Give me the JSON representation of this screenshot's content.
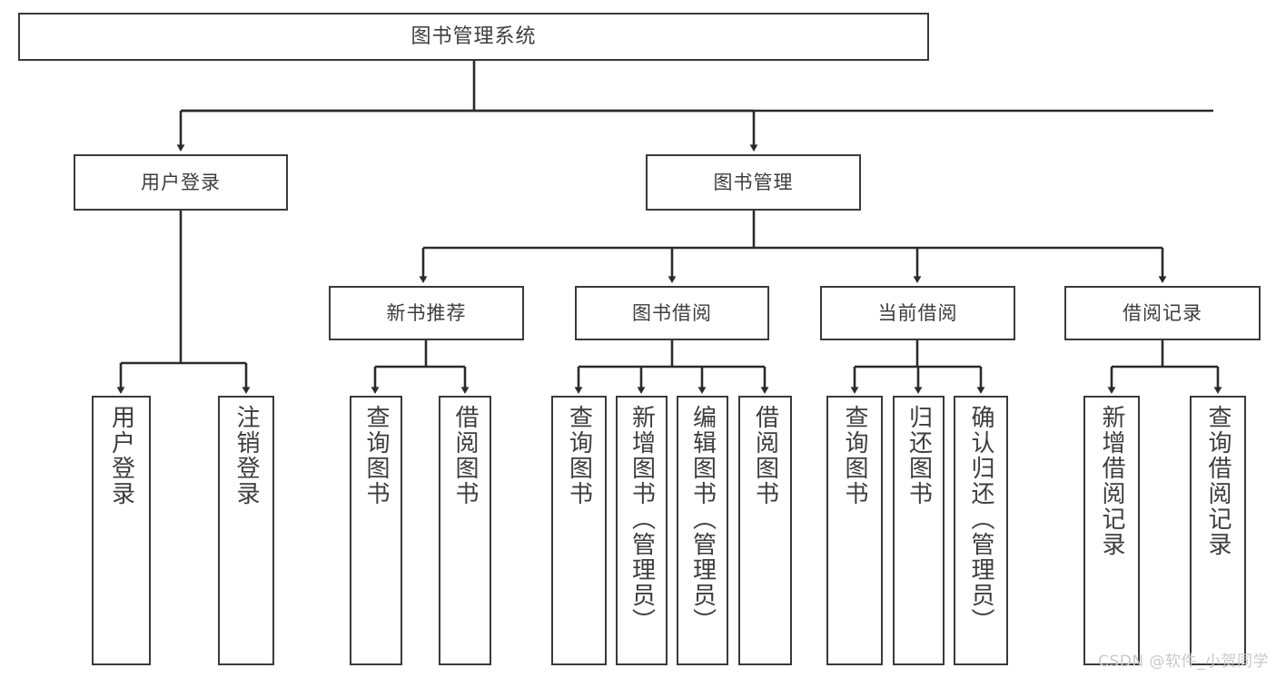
{
  "diagram": {
    "title": "图书管理系统",
    "type": "tree-hierarchy",
    "root": {
      "label": "图书管理系统"
    },
    "level2": [
      {
        "label": "用户登录"
      },
      {
        "label": "图书管理"
      }
    ],
    "level3": [
      {
        "label": "新书推荐"
      },
      {
        "label": "图书借阅"
      },
      {
        "label": "当前借阅"
      },
      {
        "label": "借阅记录"
      }
    ],
    "leaves": {
      "user_login": [
        {
          "label": "用户登录"
        },
        {
          "label": "注销登录"
        }
      ],
      "new_book_recommend": [
        {
          "label": "查询图书"
        },
        {
          "label": "借阅图书"
        }
      ],
      "book_borrow": [
        {
          "label": "查询图书"
        },
        {
          "label": "新增图书（管理员）"
        },
        {
          "label": "编辑图书（管理员）"
        },
        {
          "label": "借阅图书"
        }
      ],
      "current_borrow": [
        {
          "label": "查询图书"
        },
        {
          "label": "归还图书"
        },
        {
          "label": "确认归还（管理员）"
        }
      ],
      "borrow_record": [
        {
          "label": "新增借阅记录"
        },
        {
          "label": "查询借阅记录"
        }
      ]
    }
  },
  "watermark": {
    "text": "CSDN @软件_小贺同学"
  },
  "colors": {
    "border": "#3a3a3a",
    "text": "#3d3d3d",
    "background": "#ffffff",
    "wire": "#2b2b2b",
    "watermark": "#c9c9c9"
  }
}
